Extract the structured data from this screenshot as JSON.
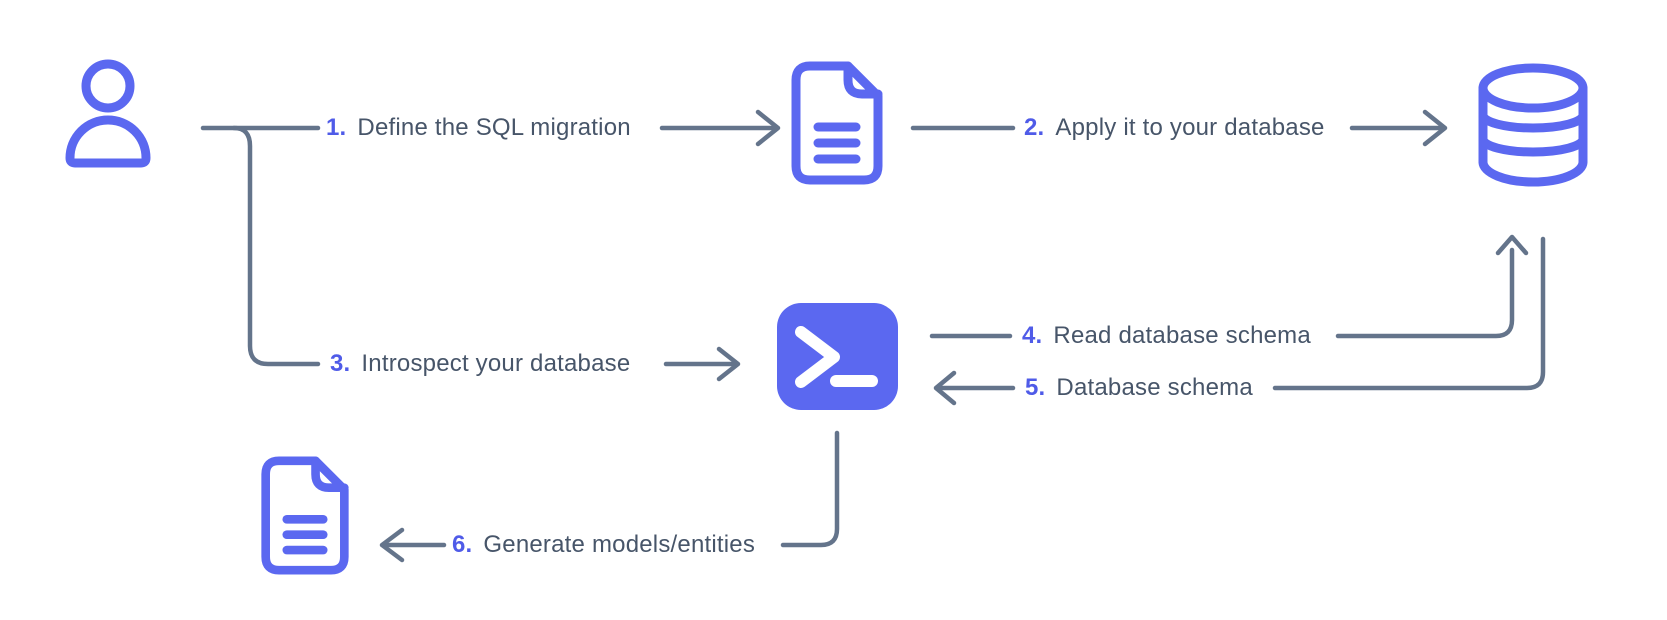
{
  "title": "Database migration and introspection workflow diagram",
  "colors": {
    "accent": "#5B68F0",
    "number": "#4F5BE8",
    "line": "#64748B",
    "label": "#475569",
    "bg": "#FFFFFF"
  },
  "steps": [
    {
      "num": "1.",
      "label": "Define the SQL migration"
    },
    {
      "num": "2.",
      "label": "Apply it to your database"
    },
    {
      "num": "3.",
      "label": "Introspect your database"
    },
    {
      "num": "4.",
      "label": "Read database schema"
    },
    {
      "num": "5.",
      "label": "Database schema"
    },
    {
      "num": "6.",
      "label": "Generate models/entities"
    }
  ],
  "nodes": [
    {
      "id": "user",
      "icon": "user-icon"
    },
    {
      "id": "migration-file",
      "icon": "document-icon"
    },
    {
      "id": "database",
      "icon": "database-icon"
    },
    {
      "id": "terminal",
      "icon": "terminal-icon"
    },
    {
      "id": "models-file",
      "icon": "document-icon"
    }
  ],
  "edges": [
    {
      "step": "1",
      "from": "user",
      "to": "migration-file"
    },
    {
      "step": "2",
      "from": "migration-file",
      "to": "database"
    },
    {
      "step": "3",
      "from": "user",
      "to": "terminal"
    },
    {
      "step": "4",
      "from": "terminal",
      "to": "database"
    },
    {
      "step": "5",
      "from": "database",
      "to": "terminal"
    },
    {
      "step": "6",
      "from": "terminal",
      "to": "models-file"
    }
  ]
}
